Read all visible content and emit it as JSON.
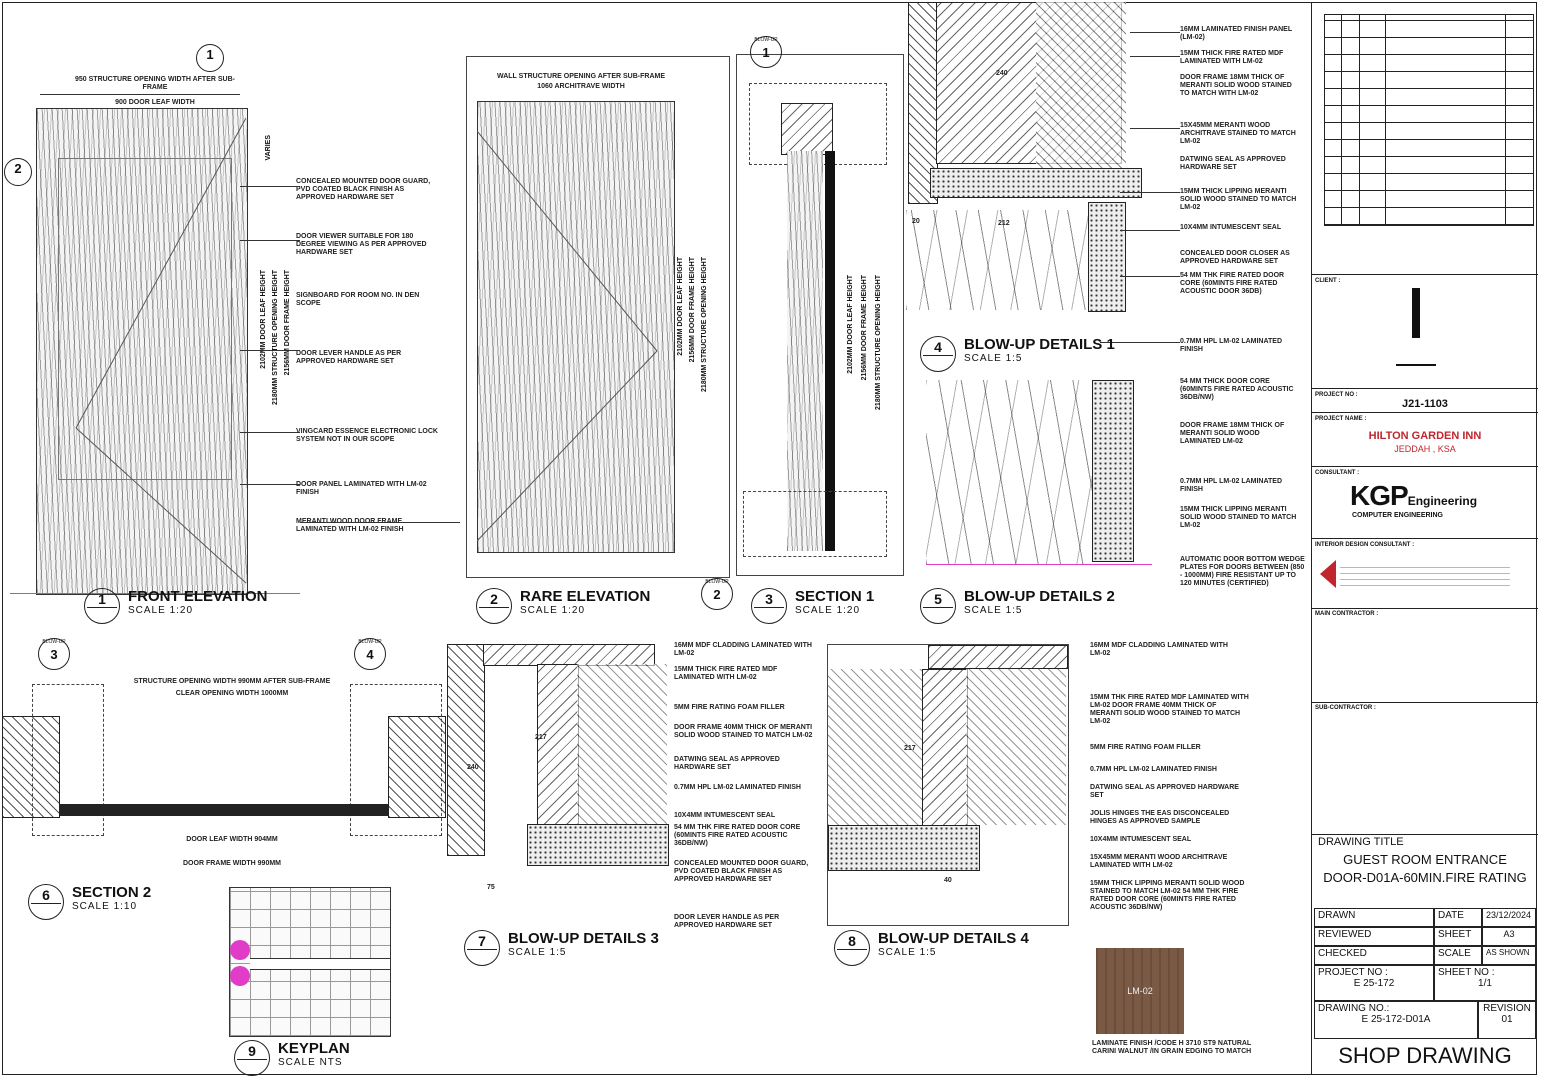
{
  "views": {
    "v1": {
      "num": "1",
      "title": "FRONT ELEVATION",
      "scale": "SCALE  1:20"
    },
    "v2": {
      "num": "2",
      "title": "RARE ELEVATION",
      "scale": "SCALE  1:20"
    },
    "v3": {
      "num": "3",
      "title": "SECTION 1",
      "scale": "SCALE  1:20"
    },
    "v4": {
      "num": "4",
      "title": "BLOW-UP DETAILS 1",
      "scale": "SCALE  1:5"
    },
    "v5": {
      "num": "5",
      "title": "BLOW-UP DETAILS 2",
      "scale": "SCALE  1:5"
    },
    "v6": {
      "num": "6",
      "title": "SECTION 2",
      "scale": "SCALE  1:10"
    },
    "v7": {
      "num": "7",
      "title": "BLOW-UP DETAILS 3",
      "scale": "SCALE  1:5"
    },
    "v8": {
      "num": "8",
      "title": "BLOW-UP DETAILS 4",
      "scale": "SCALE  1:5"
    },
    "v9": {
      "num": "9",
      "title": "KEYPLAN",
      "scale": "SCALE  NTS"
    }
  },
  "refs": {
    "blowup": "BLOW-UP",
    "b1": "1",
    "b2": "2",
    "b3": "3",
    "b4": "4"
  },
  "front_notes": [
    "CONCEALED MOUNTED DOOR GUARD, PVD COATED BLACK FINISH AS APPROVED HARDWARE SET",
    "DOOR VIEWER SUITABLE FOR 180 DEGREE VIEWING AS PER APPROVED HARDWARE SET",
    "SIGNBOARD FOR ROOM NO. IN DEN SCOPE",
    "DOOR LEVER HANDLE AS PER APPROVED HARDWARE SET",
    "VINGCARD ESSENCE ELECTRONIC LOCK SYSTEM NOT IN OUR SCOPE",
    "DOOR PANEL LAMINATED WITH LM-02 FINISH",
    "MERANTI WOOD DOOR FRAME LAMINATED WITH LM-02 FINISH"
  ],
  "dims": {
    "front_top1": "950 STRUCTURE OPENING WIDTH AFTER SUB-FRAME",
    "front_top2": "900 DOOR LEAF WIDTH",
    "rear_top1": "WALL STRUCTURE OPENING AFTER SUB-FRAME",
    "rear_top2": "1060 ARCHITRAVE WIDTH",
    "front_v1": "2102MM DOOR LEAF HEIGHT",
    "front_v2": "2180MM STRUCTURE OPENING HEIGHT",
    "front_v3": "2156MM DOOR FRAME HEIGHT",
    "sec2_top1": "STRUCTURE OPENING WIDTH 990MM AFTER SUB-FRAME",
    "sec2_top2": "CLEAR OPENING WIDTH 1000MM",
    "sec2_b1": "DOOR LEAF WIDTH 904MM",
    "sec2_b2": "DOOR FRAME WIDTH 990MM",
    "d240": "240",
    "d212": "212",
    "d20": "20",
    "d217": "217",
    "d40": "40",
    "d75": "75",
    "varies": "VARIES"
  },
  "d1_notes": [
    "16MM LAMINATED FINISH PANEL (LM-02)",
    "15MM THICK FIRE RATED MDF LAMINATED WITH LM-02",
    "DOOR FRAME 18MM THICK OF MERANTI SOLID WOOD STAINED TO MATCH WITH LM-02",
    "15X45MM MERANTI WOOD ARCHITRAVE STAINED TO MATCH LM-02",
    "DATWING SEAL AS APPROVED HARDWARE SET",
    "15MM THICK LIPPING MERANTI SOLID WOOD STAINED TO MATCH LM-02",
    "10X4MM INTUMESCENT SEAL",
    "CONCEALED DOOR CLOSER AS APPROVED HARDWARE SET",
    "54 MM THK FIRE RATED DOOR CORE (60MINTS FIRE RATED ACOUSTIC DOOR 36DB)",
    "0.7MM HPL LM-02 LAMINATED FINISH"
  ],
  "d2_notes": [
    "54 MM THICK DOOR CORE (60MINTS FIRE RATED ACOUSTIC 36DB/NW)",
    "DOOR FRAME 18MM THICK OF MERANTI SOLID WOOD LAMINATED LM-02",
    "0.7MM HPL LM-02 LAMINATED FINISH",
    "15MM THICK LIPPING MERANTI SOLID WOOD STAINED TO MATCH LM-02",
    "AUTOMATIC DOOR BOTTOM WEDGE PLATES FOR DOORS BETWEEN (850 - 1000MM) FIRE RESISTANT UP TO 120 MINUTES (CERTIFIED)"
  ],
  "d3_notes": [
    "16MM MDF CLADDING LAMINATED WITH LM-02",
    "15MM THICK FIRE RATED MDF LAMINATED WITH LM-02",
    "5MM FIRE RATING FOAM FILLER",
    "DOOR FRAME 40MM THICK OF MERANTI SOLID WOOD STAINED TO MATCH LM-02",
    "DATWING SEAL AS APPROVED HARDWARE SET",
    "0.7MM HPL LM-02 LAMINATED FINISH",
    "10X4MM INTUMESCENT SEAL",
    "54 MM THK FIRE RATED DOOR CORE (60MINTS FIRE RATED ACOUSTIC 36DB/NW)",
    "CONCEALED MOUNTED DOOR GUARD, PVD COATED BLACK FINISH AS APPROVED HARDWARE SET",
    "DOOR LEVER HANDLE AS PER APPROVED HARDWARE SET"
  ],
  "d4_notes": [
    "16MM MDF CLADDING LAMINATED WITH LM-02",
    "15MM THK FIRE RATED MDF LAMINATED WITH LM-02 DOOR FRAME 40MM THICK OF MERANTI SOLID WOOD STAINED TO MATCH LM-02",
    "5MM FIRE RATING FOAM FILLER",
    "0.7MM HPL LM-02 LAMINATED FINISH",
    "DATWING SEAL AS APPROVED HARDWARE SET",
    "JOLIS HINGES THE EAS DISCONCEALED HINGES AS APPROVED SAMPLE",
    "10X4MM INTUMESCENT SEAL",
    "15X45MM MERANTI WOOD ARCHITRAVE LAMINATED WITH LM-02",
    "15MM THICK LIPPING MERANTI SOLID WOOD STAINED TO MATCH LM-02 54 MM THK FIRE RATED DOOR CORE (60MINTS FIRE RATED ACOUSTIC 36DB/NW)"
  ],
  "swatch": {
    "code": "LM-02",
    "caption": "LAMINATE FINISH /CODE H 3710 ST9 NATURAL CARINI WALNUT /IN GRAIN EDGING TO MATCH",
    "color": "#7a5a44"
  },
  "titleblock": {
    "client_label": "CLIENT :",
    "project_no_label": "PROJECT NO :",
    "project_no": "J21-1103",
    "project_name_label": "PROJECT NAME :",
    "project_name": "HILTON GARDEN INN",
    "project_city": "JEDDAH ,  KSA",
    "consultant_label": "CONSULTANT :",
    "kgp_main": "KGP",
    "kgp_sub": "Engineering",
    "kgp_line": "COMPUTER ENGINEERING",
    "interior_label": "INTERIOR DESIGN CONSULTANT :",
    "main_contractor": "MAIN CONTRACTOR :",
    "sub_contractor": "SUB-CONTRACTOR :",
    "drawing_title_label": "DRAWING TITLE",
    "drawing_title_1": "GUEST ROOM ENTRANCE",
    "drawing_title_2": "DOOR-D01A-60MIN.FIRE RATING",
    "drawn": "DRAWN",
    "date_label": "DATE",
    "date": "23/12/2024",
    "reviewed": "REVIEWED",
    "sheet_label": "SHEET",
    "sheet": "A3",
    "checked": "CHECKED",
    "scale_label": "SCALE",
    "scale": "AS SHOWN",
    "proj_no_label2": "PROJECT NO :",
    "proj_no2": "E 25-172",
    "sheet_no_label": "SHEET NO :",
    "sheet_no": "1/1",
    "drawing_no_label": "DRAWING NO.:",
    "drawing_no": "E 25-172-D01A",
    "revision_label": "REVISION",
    "revision": "01",
    "footer": "SHOP DRAWING"
  },
  "colors": {
    "magenta": "#e03cc8",
    "red": "#c0262d",
    "line": "#222222"
  }
}
